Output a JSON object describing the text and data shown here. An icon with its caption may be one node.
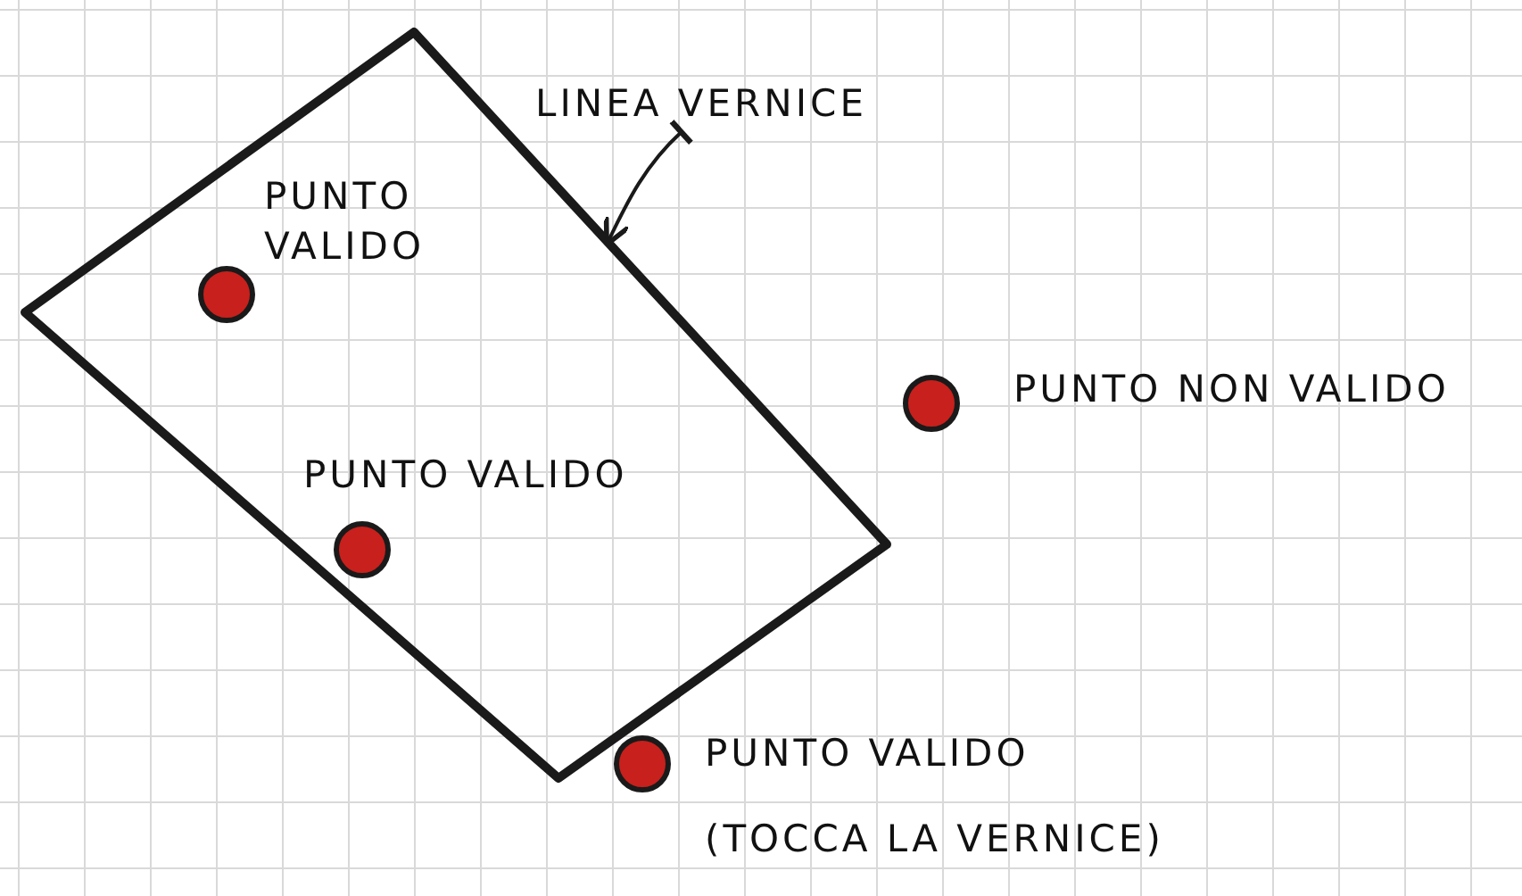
{
  "diagram": {
    "nodes": [
      {
        "text": [
          "LINEA VERNICE"
        ]
      },
      {
        "text": [],
        "shape": "box"
      },
      {
        "text": [],
        "shape": "circle",
        "in": 1,
        "beside": [
          "PUNTO VALIDO"
        ]
      },
      {
        "text": [],
        "shape": "circle",
        "in": 1,
        "beside": [
          "PUNTO VALIDO"
        ]
      },
      {
        "text": [],
        "shape": "circle",
        "beside": [
          "PUNTO NON VALIDO"
        ]
      },
      {
        "text": [],
        "shape": "circle",
        "beside": [
          "PUNTO VALIDO",
          "(TOCCA LA VERNICE)"
        ]
      }
    ],
    "edges": [
      {
        "from": 0,
        "to": 1,
        "arrow": "to"
      }
    ]
  }
}
